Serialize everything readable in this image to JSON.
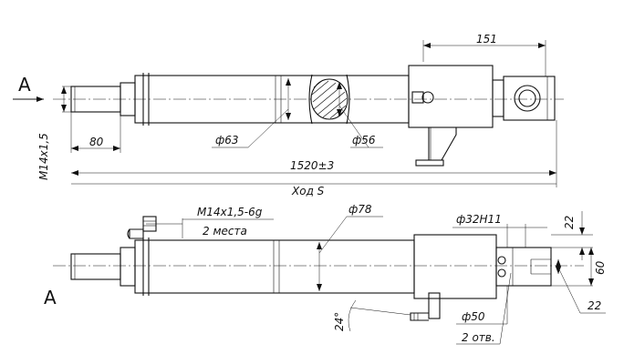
{
  "view_labels": {
    "view_a_arrow": "A",
    "view_a_lower": "A"
  },
  "dimensions_top": {
    "d151": "151",
    "d80": "80",
    "d63": "ф63",
    "d56": "ф56",
    "d1520": "1520±3",
    "stroke": "Ход S",
    "thread_left": "M14х1,5"
  },
  "dimensions_bottom": {
    "thread": "M14х1,5-6g",
    "thread_count": "2 места",
    "d78": "ф78",
    "d32": "ф32Н11",
    "d22_top": "22",
    "d60": "60",
    "d22_bottom": "22",
    "angle": "24°",
    "d50": "ф50",
    "holes": "2 отв."
  }
}
